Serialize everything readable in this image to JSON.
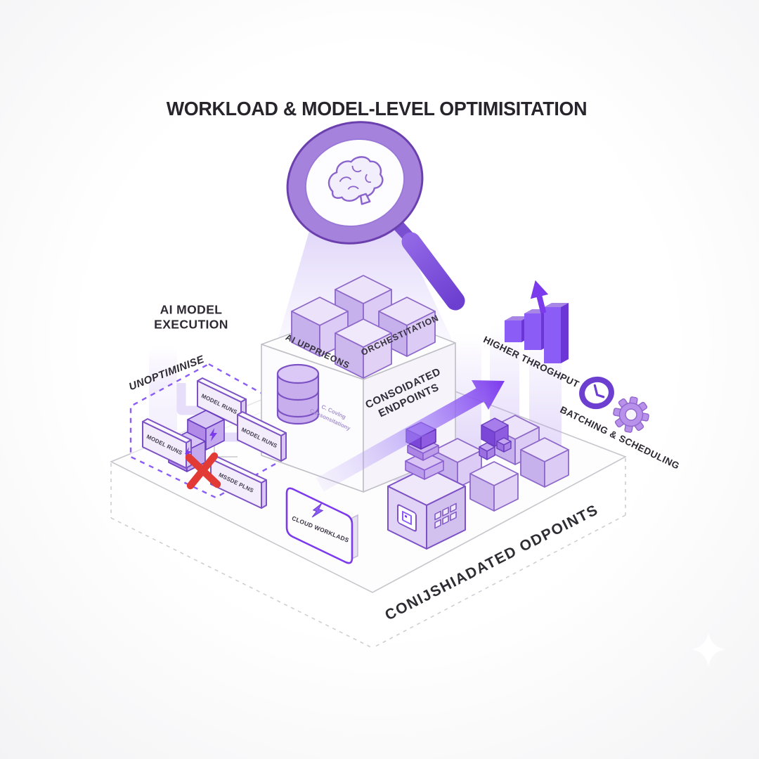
{
  "title": "WORKLOAD & MODEL-LEVEL OPTIMISITATION",
  "left_panel": {
    "heading_line1": "AI MODEL",
    "heading_line2": "EXECUTION",
    "zone_label": "UNOPTIMINISE",
    "plates": [
      {
        "label": "MODEL RUNS"
      },
      {
        "label": "MODEL RUNS"
      },
      {
        "label": "MODEL RUNS"
      },
      {
        "label": "MSSDE PLNS"
      }
    ]
  },
  "pedestal": {
    "edge_label_left": "AI UPPRIEONS",
    "edge_label_right": "ORCHESTITATION",
    "face_line1": "CONSOIDATED",
    "face_line2": "ENDPOINTS",
    "note_line1": "C. Covlng",
    "note_line2": "Consonsitationy"
  },
  "right_panel": {
    "throughput_label": "HIGHER THROGHPUT",
    "batching_label": "BATCHING & SCHEDULING"
  },
  "bottom": {
    "cloud_plate_label": "CLOUD WORKLADS",
    "edge_label": "CONIJSHIADATED ODPOINTS"
  },
  "icons": {
    "magnifier": "magnifying-glass-with-brain",
    "brain": "brain-outline",
    "database": "database-cylinder",
    "lightning": "lightning-bolt",
    "error": "red-x-mark",
    "bars": "rising-bar-chart-with-up-arrow",
    "clock": "clock",
    "gear": "gear",
    "chip_server": "chip-server-box",
    "cubes": "isometric-cubes",
    "sparkle": "sparkle-star"
  },
  "colors": {
    "accent": "#8b5cf6",
    "accent_dark": "#6d3fd1",
    "lavender_light": "#e6dcf8",
    "lavender_mid": "#c7b1ec",
    "outline_purple": "#7c52c4",
    "error_red": "#e23a35",
    "text_dark": "#2e2933",
    "line_gray": "#c6c6cc"
  }
}
